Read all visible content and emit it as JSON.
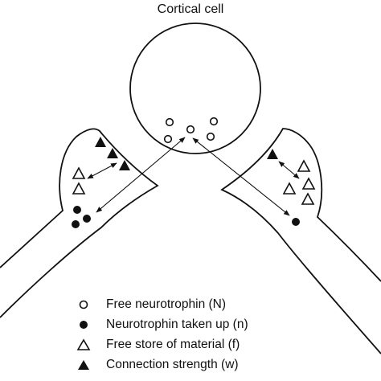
{
  "title": "Cortical cell",
  "legend": [
    {
      "symbol": "open-circle",
      "label": "Free neurotrophin (N)"
    },
    {
      "symbol": "filled-circle",
      "label": "Neurotrophin taken up (n)"
    },
    {
      "symbol": "open-triangle",
      "label": "Free store of material (f)"
    },
    {
      "symbol": "filled-triangle",
      "label": "Connection strength (w)"
    }
  ],
  "colors": {
    "stroke": "#111111",
    "fill": "#111111",
    "background": "#ffffff"
  }
}
